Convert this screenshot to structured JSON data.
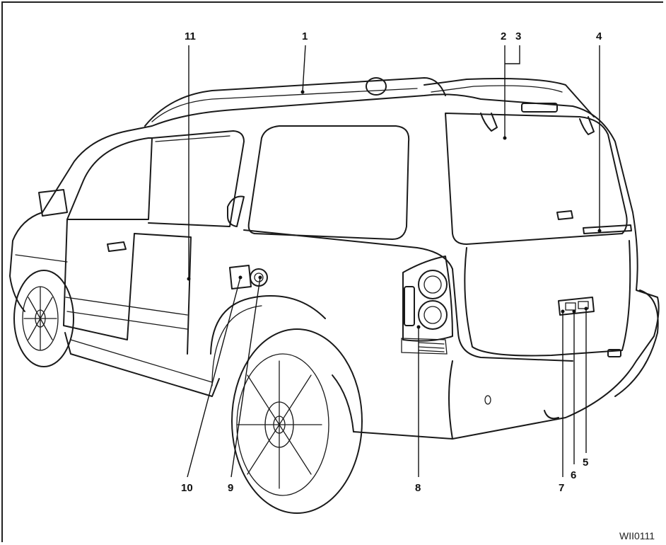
{
  "callouts": {
    "c1": "1",
    "c2": "2",
    "c3": "3",
    "c4": "4",
    "c5": "5",
    "c6": "6",
    "c7": "7",
    "c8": "8",
    "c9": "9",
    "c10": "10",
    "c11": "11"
  },
  "figure_code": "WII0111",
  "colors": {
    "line": "#1a1a1a",
    "background": "#ffffff"
  }
}
